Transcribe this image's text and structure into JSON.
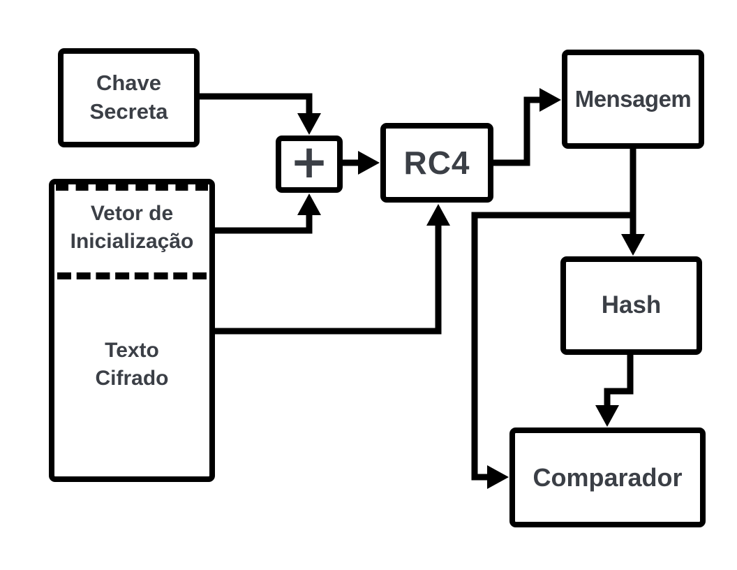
{
  "colors": {
    "background": "#ffffff",
    "box_fill": "#ffffff",
    "line": "#000000",
    "text": "#3b3f46"
  },
  "nodes": {
    "chave_secreta": {
      "label": "Chave\nSecreta"
    },
    "vetor_inicializacao": {
      "label": "Vetor de\nInicialização"
    },
    "texto_cifrado": {
      "label": "Texto\nCifrado"
    },
    "combiner": {
      "label": "+"
    },
    "rc4": {
      "label": "RC4"
    },
    "mensagem": {
      "label": "Mensagem"
    },
    "hash": {
      "label": "Hash"
    },
    "comparador": {
      "label": "Comparador"
    }
  },
  "edges": [
    {
      "from": "chave_secreta",
      "to": "combiner"
    },
    {
      "from": "vetor_inicializacao",
      "to": "combiner"
    },
    {
      "from": "combiner",
      "to": "rc4"
    },
    {
      "from": "texto_cifrado",
      "to": "rc4"
    },
    {
      "from": "rc4",
      "to": "mensagem"
    },
    {
      "from": "mensagem",
      "to": "hash"
    },
    {
      "from": "mensagem",
      "to": "comparador"
    },
    {
      "from": "hash",
      "to": "comparador"
    }
  ]
}
